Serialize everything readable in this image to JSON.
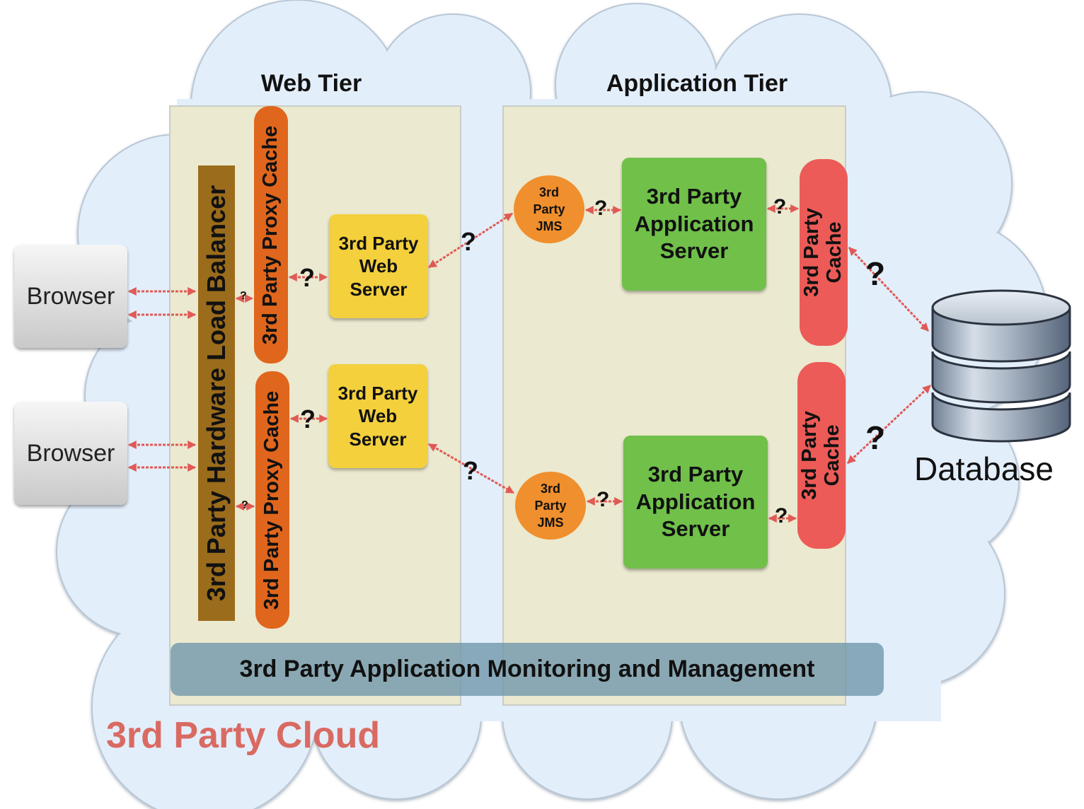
{
  "web_tier_title": "Web Tier",
  "app_tier_title": "Application Tier",
  "browsers": [
    "Browser",
    "Browser"
  ],
  "load_balancer": "3rd Party Hardware Load Balancer",
  "proxy_caches": [
    "3rd Party Proxy Cache",
    "3rd Party Proxy Cache"
  ],
  "web_servers": [
    "3rd Party\nWeb\nServer",
    "3rd Party\nWeb\nServer"
  ],
  "jms": [
    "3rd\nParty\nJMS",
    "3rd\nParty\nJMS"
  ],
  "app_servers": [
    "3rd Party\nApplication\nServer",
    "3rd Party\nApplication\nServer"
  ],
  "caches": [
    "3rd Party\nCache",
    "3rd Party\nCache"
  ],
  "question_mark": "?",
  "monitoring": "3rd Party Application Monitoring and Management",
  "cloud_label": "3rd Party Cloud",
  "database_label": "Database",
  "colors": {
    "cloud_fill": "#e3eefb",
    "tier_fill": "#ebe9cf",
    "arrow": "#e05a55",
    "load_balancer": "#9b6c1b",
    "proxy_cache": "#e0661d",
    "web_server": "#f3d03c",
    "jms": "#f08f2d",
    "app_server": "#70c04a",
    "cache": "#ec5b57",
    "monitoring": "#6e96aa",
    "cloud_label": "#d96a62"
  },
  "icons": {
    "database": "database-cylinder-icon"
  }
}
